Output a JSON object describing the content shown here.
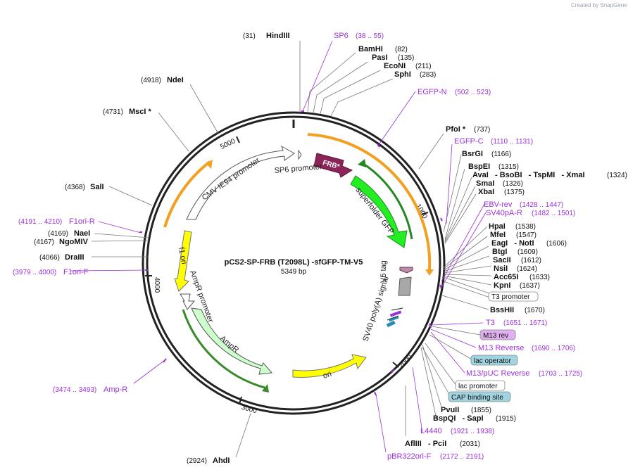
{
  "watermark": "Created by SnapGene",
  "plasmid": {
    "name": "pCS2-SP-FRB (T2098L) -sfGFP-TM-V5",
    "size": "5349 bp"
  },
  "ruler": [
    "1000",
    "2000",
    "3000",
    "4000",
    "5000"
  ],
  "features": {
    "frb": "FRB*",
    "sfgfp": "superfolder GFP",
    "v5": "V5 tag",
    "sv40": "SV40 poly(A) signal",
    "ori": "ori",
    "ampr": "AmpR",
    "amppromoter": "AmpR promoter",
    "f1ori": "f1 ori",
    "cmv": "CMV IE94 promoter",
    "sp6prom": "SP6 promoter"
  },
  "enzymes": [
    {
      "name": "HindIII",
      "pos": "(31)"
    },
    {
      "name": "BamHI",
      "pos": "(82)"
    },
    {
      "name": "PasI",
      "pos": "(135)"
    },
    {
      "name": "EcoNI",
      "pos": "(211)"
    },
    {
      "name": "SphI",
      "pos": "(283)"
    },
    {
      "name": "PfoI *",
      "pos": "(737)"
    },
    {
      "name": "BsrGI",
      "pos": "(1166)"
    },
    {
      "name": "BspEI",
      "pos": "(1315)"
    },
    {
      "name": "AvaI   - BsoBI   - TspMI   - XmaI",
      "pos": "(1324)"
    },
    {
      "name": "SmaI",
      "pos": "(1326)"
    },
    {
      "name": "XbaI",
      "pos": "(1375)"
    },
    {
      "name": "HpaI",
      "pos": "(1538)"
    },
    {
      "name": "MfeI",
      "pos": "(1547)"
    },
    {
      "name": "EagI   - NotI",
      "pos": "(1606)"
    },
    {
      "name": "BtgI",
      "pos": "(1609)"
    },
    {
      "name": "SacII",
      "pos": "(1612)"
    },
    {
      "name": "NsiI",
      "pos": "(1624)"
    },
    {
      "name": "Acc65I",
      "pos": "(1633)"
    },
    {
      "name": "KpnI",
      "pos": "(1637)"
    },
    {
      "name": "BssHII",
      "pos": "(1670)"
    },
    {
      "name": "PvuII",
      "pos": "(1855)"
    },
    {
      "name": "BspQI   - SapI",
      "pos": "(1915)"
    },
    {
      "name": "AflIII   - PciI",
      "pos": "(2031)"
    },
    {
      "name": "AhdI",
      "pos": "(2924)"
    },
    {
      "name": "DraIII",
      "pos": "(4066)"
    },
    {
      "name": "NgoMIV",
      "pos": "(4167)"
    },
    {
      "name": "NaeI",
      "pos": "(4169)"
    },
    {
      "name": "SalI",
      "pos": "(4368)"
    },
    {
      "name": "MscI *",
      "pos": "(4731)"
    },
    {
      "name": "NdeI",
      "pos": "(4918)"
    }
  ],
  "primers": [
    {
      "name": "SP6",
      "pos": "(38 .. 55)"
    },
    {
      "name": "EGFP-N",
      "pos": "(502 .. 523)"
    },
    {
      "name": "EGFP-C",
      "pos": "(1110 .. 1131)"
    },
    {
      "name": "EBV-rev",
      "pos": "(1428 .. 1447)"
    },
    {
      "name": "SV40pA-R",
      "pos": "(1482 .. 1501)"
    },
    {
      "name": "T3",
      "pos": "(1651 .. 1671)"
    },
    {
      "name": "M13 Reverse",
      "pos": "(1690 .. 1706)"
    },
    {
      "name": "M13/pUC Reverse",
      "pos": "(1703 .. 1725)"
    },
    {
      "name": "L4440",
      "pos": "(1921 .. 1938)"
    },
    {
      "name": "pBR322ori-F",
      "pos": "(2172 .. 2191)"
    },
    {
      "name": "Amp-R",
      "pos": "(3474 .. 3493)"
    },
    {
      "name": "F1ori-F",
      "pos": "(3979 .. 4000)"
    },
    {
      "name": "F1ori-R",
      "pos": "(4191 .. 4210)"
    }
  ],
  "boxed": {
    "t3promoter": "T3 promoter",
    "m13rev": "M13 rev",
    "lacoperator": "lac operator",
    "lacpromoter": "lac promoter",
    "cap": "CAP binding site"
  },
  "colors": {
    "backbone": "#222222",
    "primer": "#9b30d9",
    "frb": "#8b2458",
    "gfp": "#22ee22",
    "gfp_edge": "#228822",
    "orange": "#f2a020",
    "ori": "#ffff00",
    "amp": "#ccffcc",
    "v5": "#c08aa8",
    "sv40": "#a8a8a8",
    "m13rev_fill": "#e0b0f0",
    "lacop_fill": "#9fd4e0",
    "cap_fill": "#9fd4e0"
  }
}
